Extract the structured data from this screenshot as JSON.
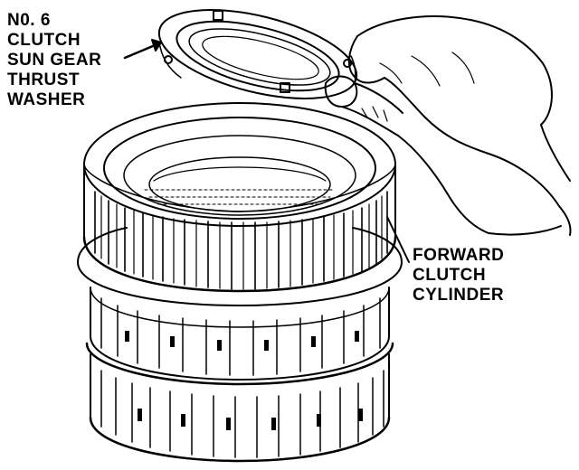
{
  "labels": {
    "thrust_washer": [
      "N0. 6",
      "CLUTCH",
      "SUN GEAR",
      "THRUST",
      "WASHER"
    ],
    "forward_clutch": [
      "FORWARD",
      "CLUTCH",
      "CYLINDER"
    ]
  },
  "colors": {
    "ink": "#000000",
    "paper": "#ffffff",
    "shade": "#d9d9d9"
  },
  "icons": {
    "pointer": "arrow-icon",
    "hand": "hand-illustration"
  }
}
